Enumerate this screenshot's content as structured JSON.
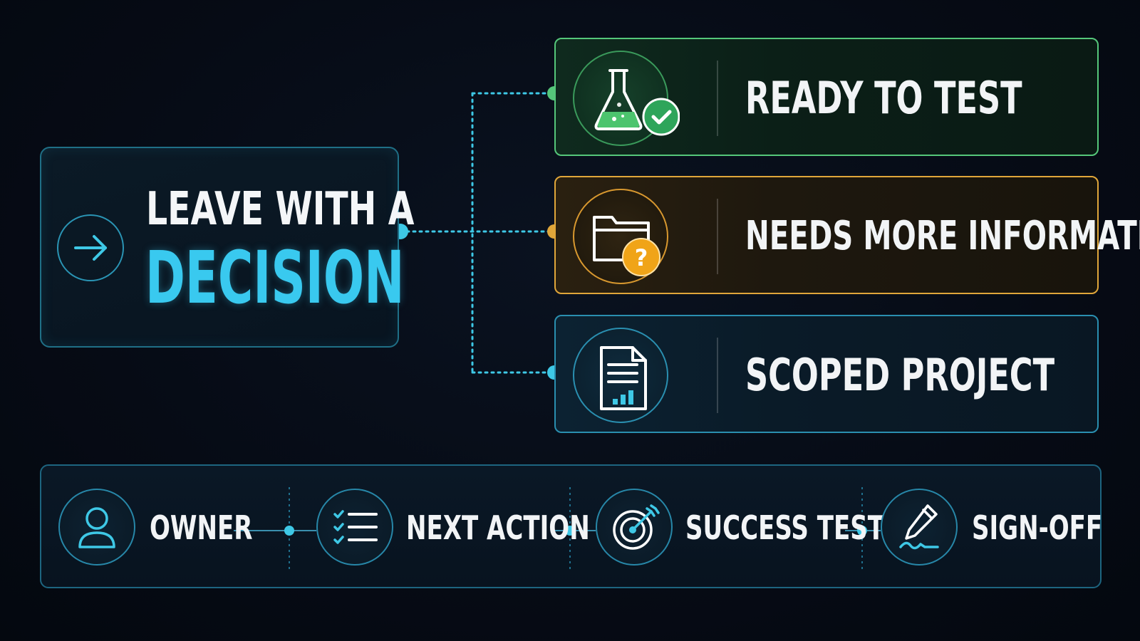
{
  "decision": {
    "line1": "LEAVE WITH A",
    "line2": "DECISION",
    "icon": "arrow-right-icon",
    "accent": "#39c9ef"
  },
  "outcomes": [
    {
      "label": "READY TO TEST",
      "icon": "flask-check-icon",
      "color": "#55c77a"
    },
    {
      "label": "NEEDS MORE INFORMATION",
      "icon": "folder-question-icon",
      "color": "#e0a63a"
    },
    {
      "label": "SCOPED PROJECT",
      "icon": "document-chart-icon",
      "color": "#2a8fb0"
    }
  ],
  "steps": [
    {
      "label": "OWNER",
      "icon": "user-icon"
    },
    {
      "label": "NEXT ACTION",
      "icon": "checklist-icon"
    },
    {
      "label": "SUCCESS TEST",
      "icon": "target-icon"
    },
    {
      "label": "SIGN-OFF",
      "icon": "pen-signature-icon"
    }
  ]
}
